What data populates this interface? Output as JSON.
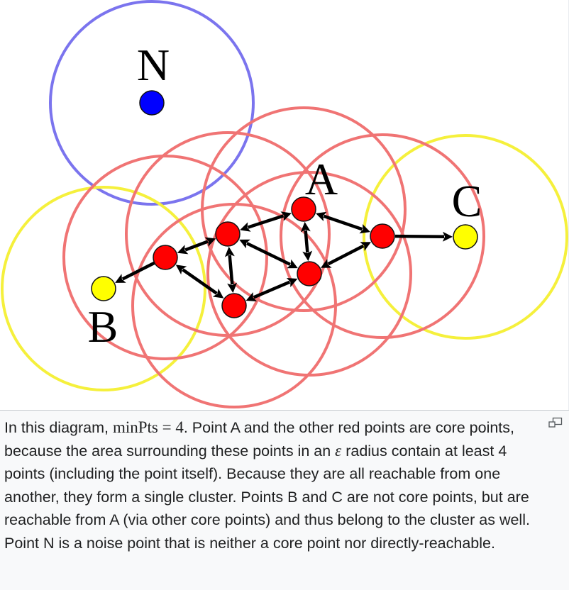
{
  "labels": {
    "N": "N",
    "A": "A",
    "B": "B",
    "C": "C"
  },
  "colors": {
    "core_circle": "#f07474",
    "border_circle": "#f5f03c",
    "noise_circle": "#7b74ee",
    "core_point": "#ff0000",
    "border_point": "#ffff00",
    "noise_point": "#0000ff",
    "arrow": "#000000"
  },
  "caption": {
    "part1": "In this diagram, ",
    "math_expr": "minPts = 4",
    "part2": ". Point A and the other red points are core points, because the area surrounding these points in an ",
    "epsilon": "ε",
    "part3": " radius contain at least 4 points (including the point itself). Because they are all reachable from one another, they form a single cluster. Points B and C are not core points, but are reachable from A (via other core points) and thus belong to the cluster as well. Point N is a noise point that is neither a core point nor directly-reachable."
  },
  "icons": {
    "magnify": "magnify-icon"
  }
}
